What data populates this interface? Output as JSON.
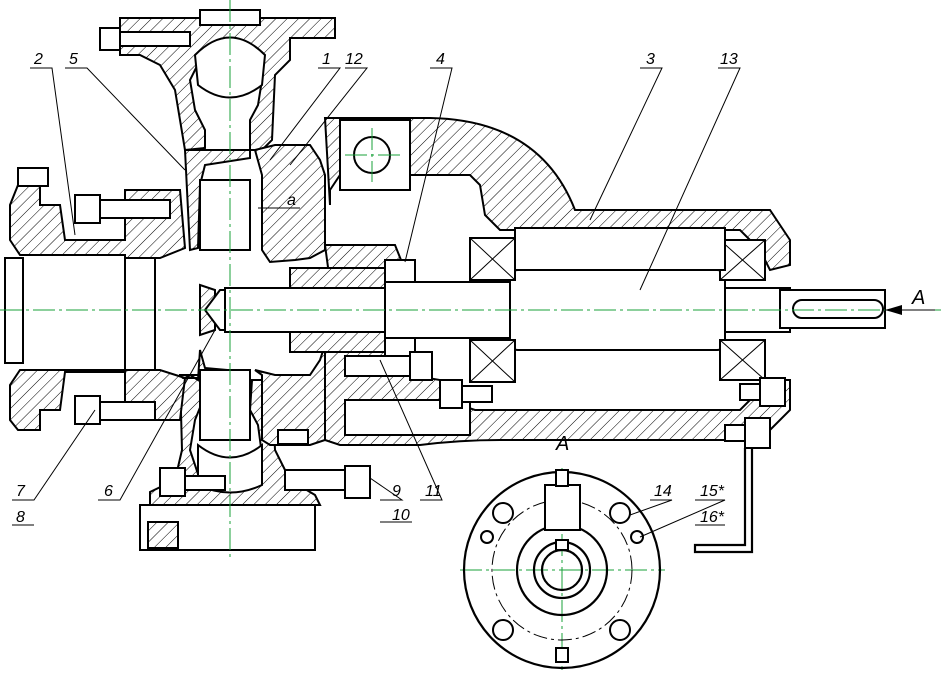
{
  "callouts": {
    "c1": "1",
    "c2": "2",
    "c3": "3",
    "c4": "4",
    "c5": "5",
    "c6": "6",
    "c7": "7",
    "c8": "8",
    "c9": "9",
    "c10": "10",
    "c11": "11",
    "c12": "12",
    "c13": "13",
    "c14": "14",
    "c15": "15*",
    "c16": "16*"
  },
  "view_label": "A",
  "arrow_label": "A",
  "gap_label": "a"
}
